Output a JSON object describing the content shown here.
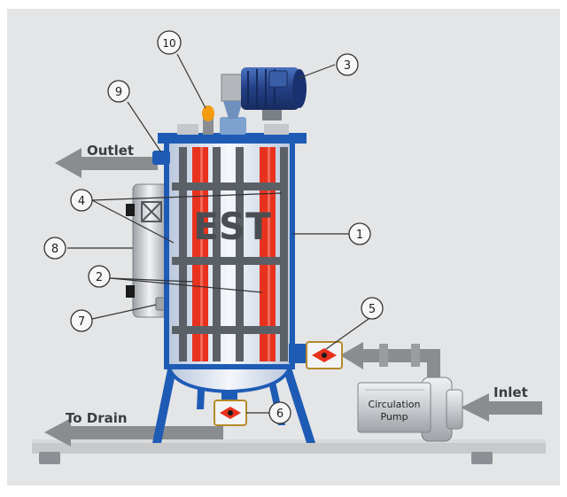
{
  "labels": {
    "outlet": "Outlet",
    "inlet": "Inlet",
    "to_drain": "To Drain",
    "pump_line1": "Circulation",
    "pump_line2": "Pump",
    "tank_text": "EST"
  },
  "callouts": [
    "1",
    "2",
    "3",
    "4",
    "5",
    "6",
    "7",
    "8",
    "9",
    "10"
  ],
  "colors": {
    "background": "#e4e5e6",
    "vessel_blue": "#1e5bb5",
    "frame_gray": "#5b6066",
    "heater_red": "#e8321e",
    "arrow_gray": "#8a8d90",
    "motor_blue": "#2a4f9a",
    "indicator_orange": "#f39c12"
  },
  "icons": [
    "motor-icon",
    "valve-icon",
    "pump-icon",
    "control-box-icon"
  ]
}
